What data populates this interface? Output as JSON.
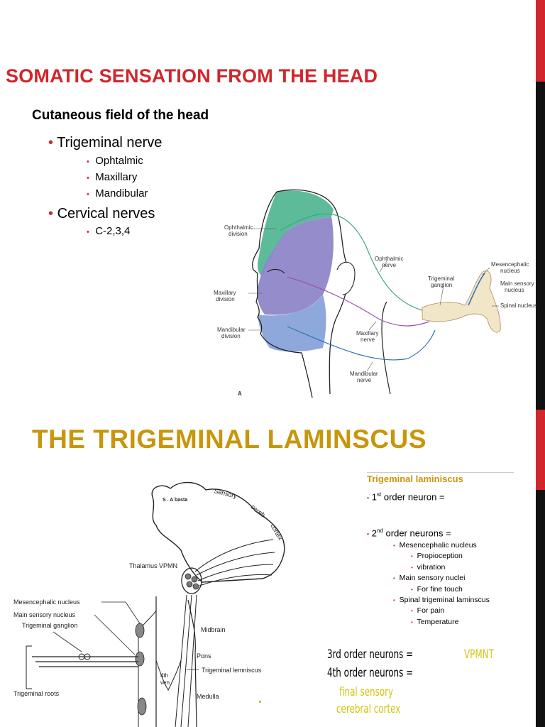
{
  "slide1": {
    "title": "SOMATIC SENSATION FROM THE HEAD",
    "subheading": "Cutaneous field of the head",
    "bullets": [
      {
        "label": "Trigeminal nerve",
        "sub": [
          "Ophtalmic",
          "Maxillary",
          "Mandibular"
        ]
      },
      {
        "label": "Cervical nerves",
        "sub": [
          "C-2,3,4"
        ]
      }
    ],
    "figure_labels": {
      "ophthalmic_division_1": "Ophthalmic",
      "ophthalmic_division_2": "division",
      "maxillary_division_1": "Maxillary",
      "maxillary_division_2": "division",
      "mandibular_division_1": "Mandibular",
      "mandibular_division_2": "division",
      "ophthalmic_nerve_1": "Ophthalmic",
      "ophthalmic_nerve_2": "nerve",
      "maxillary_nerve_1": "Maxillary",
      "maxillary_nerve_2": "nerve",
      "mandibular_nerve_1": "Mandibular",
      "mandibular_nerve_2": "nerve",
      "trigeminal_ganglion_1": "Trigeminal",
      "trigeminal_ganglion_2": "ganglion",
      "mesencephalic_nucleus_1": "Mesencephalic",
      "mesencephalic_nucleus_2": "nucleus",
      "main_sensory_nucleus_1": "Main sensory",
      "main_sensory_nucleus_2": "nucleus",
      "spinal_nucleus": "Spinal nucleus",
      "panel_letter": "A"
    }
  },
  "slide2": {
    "title": "THE TRIGEMINAL LAMINSCUS",
    "diagram_labels": {
      "sa_basta": "S . A  basta",
      "sensory": "Sensory",
      "cereb": "cereb.",
      "cortex": "cortex",
      "thalamus": "Thalamus VPMN",
      "mesencephalic": "Mesencephalic nucleus",
      "main_sensory": "Main sensory nucleus",
      "trig_ganglion": "Trigeminal ganglion",
      "midbrain": "Midbrain",
      "pons": "Pons",
      "trig_lemniscus": "Trigeminal lemniscus",
      "fourth_ven_1": "4th",
      "fourth_ven_2": "ven",
      "trig_roots": "Trigeminal roots",
      "medulla": "Medulla"
    },
    "panel_title": "Trigeminal laminiscus",
    "first_order": {
      "prefix": "1",
      "sup": "st",
      "rest": " order neuron ="
    },
    "second_order": {
      "prefix": "2",
      "sup": "nd",
      "rest": " order neurons ="
    },
    "nuclei": [
      {
        "label": "Mesencephalic nucleus",
        "sub": [
          "Propioception",
          "vibration"
        ]
      },
      {
        "label": "Main sensory nuclei",
        "sub": [
          "For fine touch"
        ]
      },
      {
        "label": "Spinal trigeminal laminscus",
        "sub": [
          "For pain",
          "Temperature"
        ]
      }
    ],
    "handwritten": {
      "third_order": "3rd order neurons =",
      "vpmnt": "VPMNT",
      "fourth_order": "4th order neurons =",
      "final_sensory": "final sensory",
      "cerebral_cortex": "cerebral cortex"
    }
  },
  "colors": {
    "red": "#d0262c",
    "gold": "#c8960c",
    "yellow_hand": "#d4c40c",
    "ophthalmic_zone": "#5dbb9a",
    "maxillary_zone": "#8f86c9",
    "mandibular_zone": "#8fa8dc"
  }
}
